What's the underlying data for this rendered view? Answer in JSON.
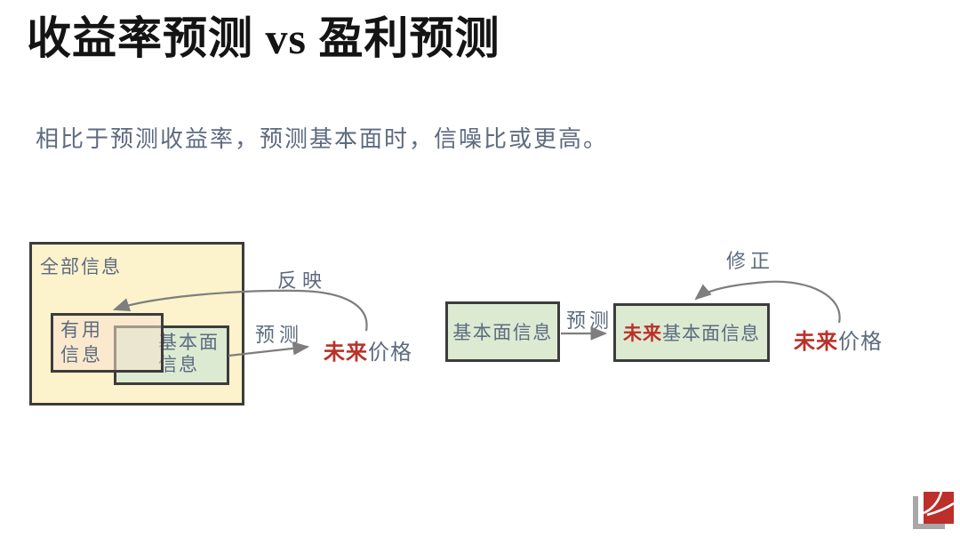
{
  "slide": {
    "title": "收益率预测 vs 盈利预测",
    "subtitle": "相比于预测收益率，预测基本面时，信噪比或更高。"
  },
  "left_diagram": {
    "all_info_label": "全部信息",
    "useful_info_line1": "有用",
    "useful_info_line2": "信息",
    "fundamental_line1": "基本面",
    "fundamental_line2": "信息",
    "reflect_label": "反映",
    "predict_label": "预测",
    "future_word": "未来",
    "price_word": "价格"
  },
  "right_diagram": {
    "fundamental_box": "基本面信息",
    "predict_label": "预测",
    "future_word": "未来",
    "future_box_rest": "基本面信息",
    "revise_label": "修正",
    "price_word": "价格"
  },
  "logo": {
    "icon": "red-square-swoosh-logo",
    "primary_color": "#bd2f2a",
    "shadow_color": "#a8a8a8"
  },
  "colors": {
    "title_text": "#141414",
    "body_text": "#5d6b80",
    "accent_red": "#bb3028",
    "box_yellow": "#fcf2cc",
    "box_peach": "#f8e1cc",
    "box_green": "#dcead2",
    "box_border": "#3c3c3c",
    "arrow_gray": "#7e7e7e"
  }
}
